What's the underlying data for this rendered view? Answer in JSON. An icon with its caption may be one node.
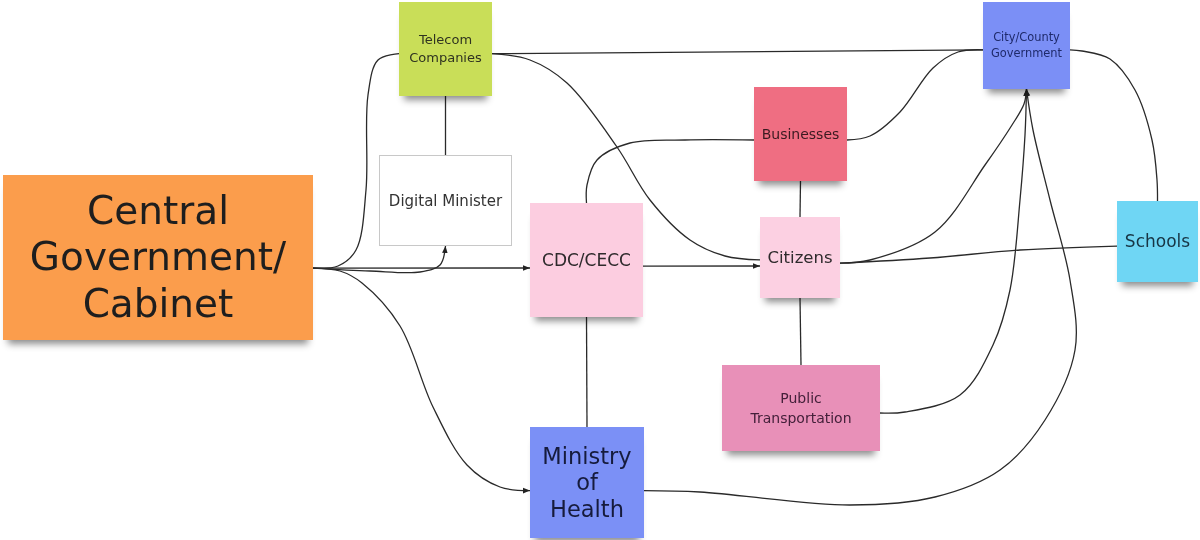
{
  "diagram": {
    "nodes": [
      {
        "text": [
          "Central Government/ Cabinet"
        ]
      },
      {
        "text": [
          "Telecom Companies"
        ]
      },
      {
        "text": [
          "Digital Minister"
        ]
      },
      {
        "text": [
          "CDC/CECC"
        ]
      },
      {
        "text": [
          "Ministry of Health"
        ]
      },
      {
        "text": [
          "Businesses"
        ]
      },
      {
        "text": [
          "Citizens"
        ]
      },
      {
        "text": [
          "Public Transportation"
        ]
      },
      {
        "text": [
          "City/County Government"
        ]
      },
      {
        "text": [
          "Schools"
        ]
      }
    ],
    "edges": [
      {
        "from": 0,
        "to": 1,
        "arrow": "none"
      },
      {
        "from": 0,
        "to": 2,
        "arrow": "to"
      },
      {
        "from": 0,
        "to": 3,
        "arrow": "to"
      },
      {
        "from": 0,
        "to": 4,
        "arrow": "to"
      },
      {
        "from": 1,
        "to": 2,
        "arrow": "none"
      },
      {
        "from": 1,
        "to": 8,
        "arrow": "none"
      },
      {
        "from": 1,
        "to": 6,
        "arrow": "none"
      },
      {
        "from": 3,
        "to": 5,
        "arrow": "none"
      },
      {
        "from": 3,
        "to": 6,
        "arrow": "to"
      },
      {
        "from": 3,
        "to": 4,
        "arrow": "none"
      },
      {
        "from": 5,
        "to": 6,
        "arrow": "none"
      },
      {
        "from": 5,
        "to": 8,
        "arrow": "none"
      },
      {
        "from": 6,
        "to": 7,
        "arrow": "none"
      },
      {
        "from": 6,
        "to": 8,
        "arrow": "to"
      },
      {
        "from": 6,
        "to": 9,
        "arrow": "none"
      },
      {
        "from": 7,
        "to": 8,
        "arrow": "to"
      },
      {
        "from": 4,
        "to": 8,
        "arrow": "to"
      },
      {
        "from": 8,
        "to": 9,
        "arrow": "none"
      }
    ]
  }
}
